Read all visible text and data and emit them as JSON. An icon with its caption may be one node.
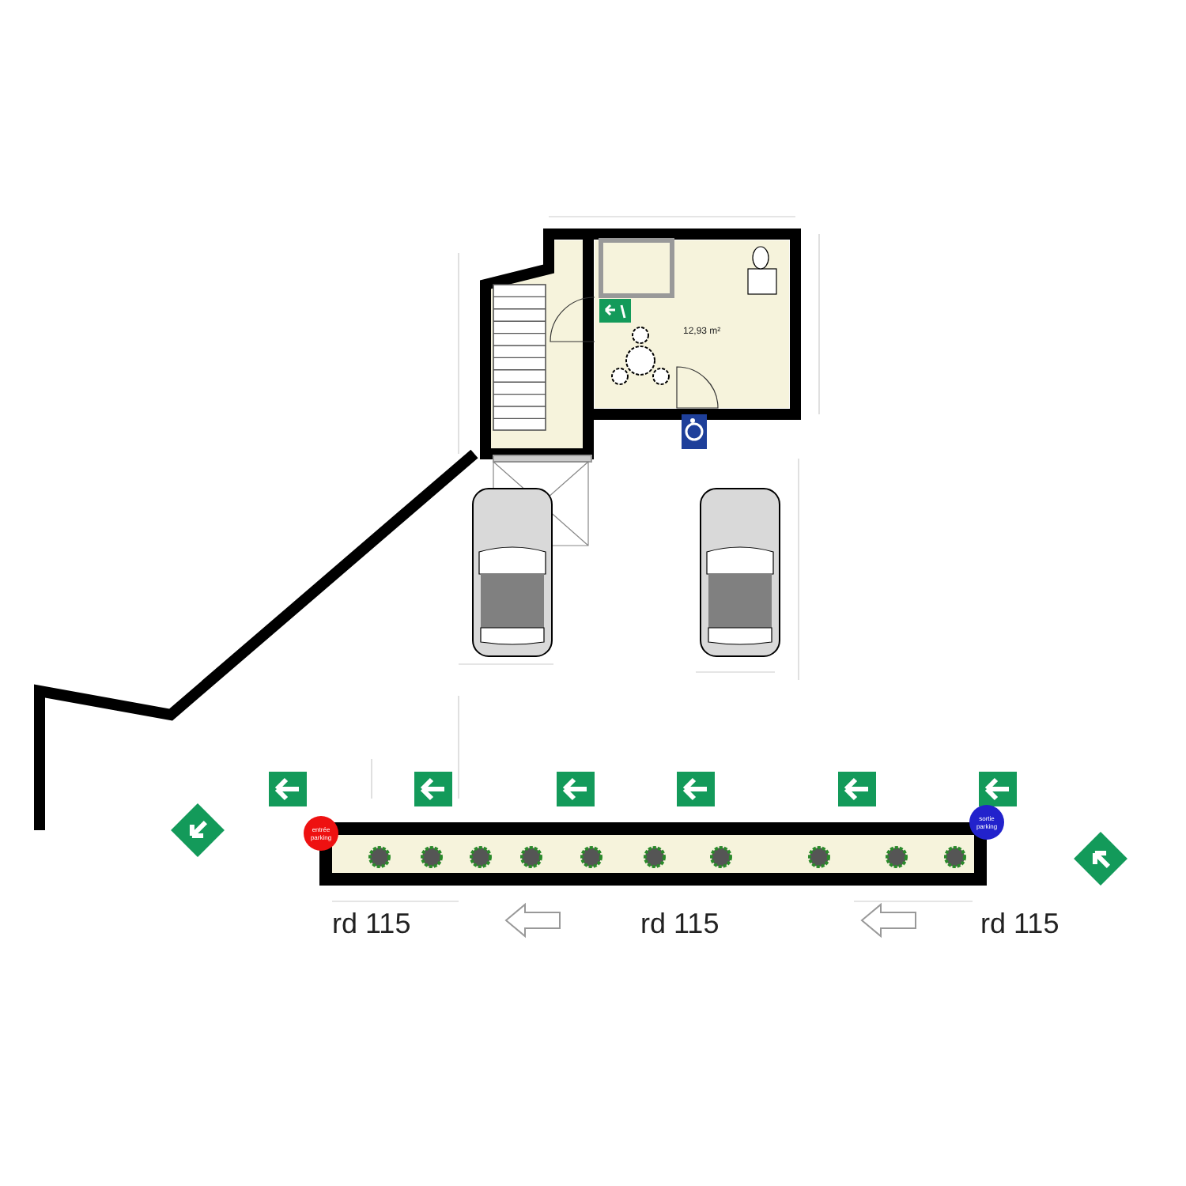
{
  "diagram": {
    "labels": [
      "12,93 m²",
      "entrée parking",
      "sortie parking",
      "rd 115",
      "rd 115",
      "rd 115"
    ]
  }
}
